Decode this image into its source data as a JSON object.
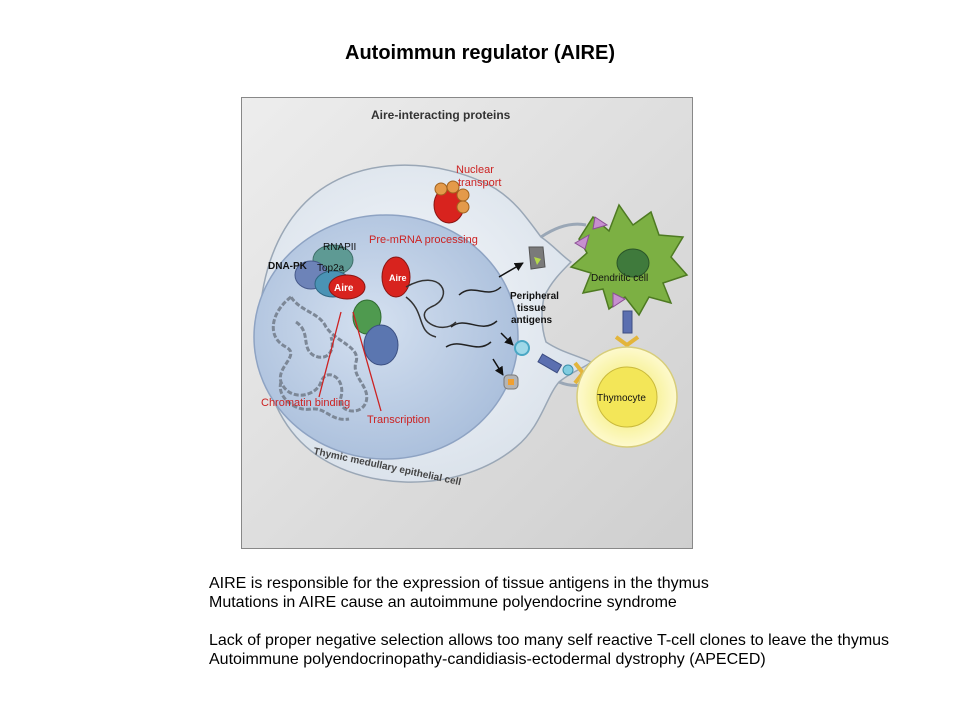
{
  "slide": {
    "title": "Autoimmun regulator (AIRE)"
  },
  "figure": {
    "header": "Aire-interacting proteins",
    "labels": {
      "nuclear_transport": [
        "Nuclear",
        "transport"
      ],
      "pre_mrna": "Pre-mRNA processing",
      "rnapii": "RNAPII",
      "dna_pk": "DNA-PK",
      "top2a": "Top2a",
      "aire": "Aire",
      "peripheral": [
        "Peripheral",
        "tissue",
        "antigens"
      ],
      "dendritic": "Dendritic cell",
      "thymocyte": "Thymocyte",
      "chromatin": "Chromatin binding",
      "transcription": "Transcription",
      "mtec": "Thymic medullary epithelial cell"
    }
  },
  "caption": {
    "line1": "AIRE is responsible for the expression of tissue antigens in the thymus",
    "line2": "Mutations in AIRE cause an  autoimmune polyendocrine syndrome",
    "line3": "Lack of proper negative selection allows too many self reactive T-cell clones to leave the thymus",
    "line4": "Autoimmune polyendocrinopathy-candidiasis-ectodermal dystrophy (APECED)"
  },
  "colors": {
    "aire_red": "#d8231e",
    "label_red": "#cc2222",
    "cell_blue": "#c9d9ee",
    "nucleus_blue": "#aabfde",
    "dendritic_green": "#7cb043",
    "thymocyte_yellow": "#f7f18a",
    "antigen_green": "#d6f09a"
  }
}
